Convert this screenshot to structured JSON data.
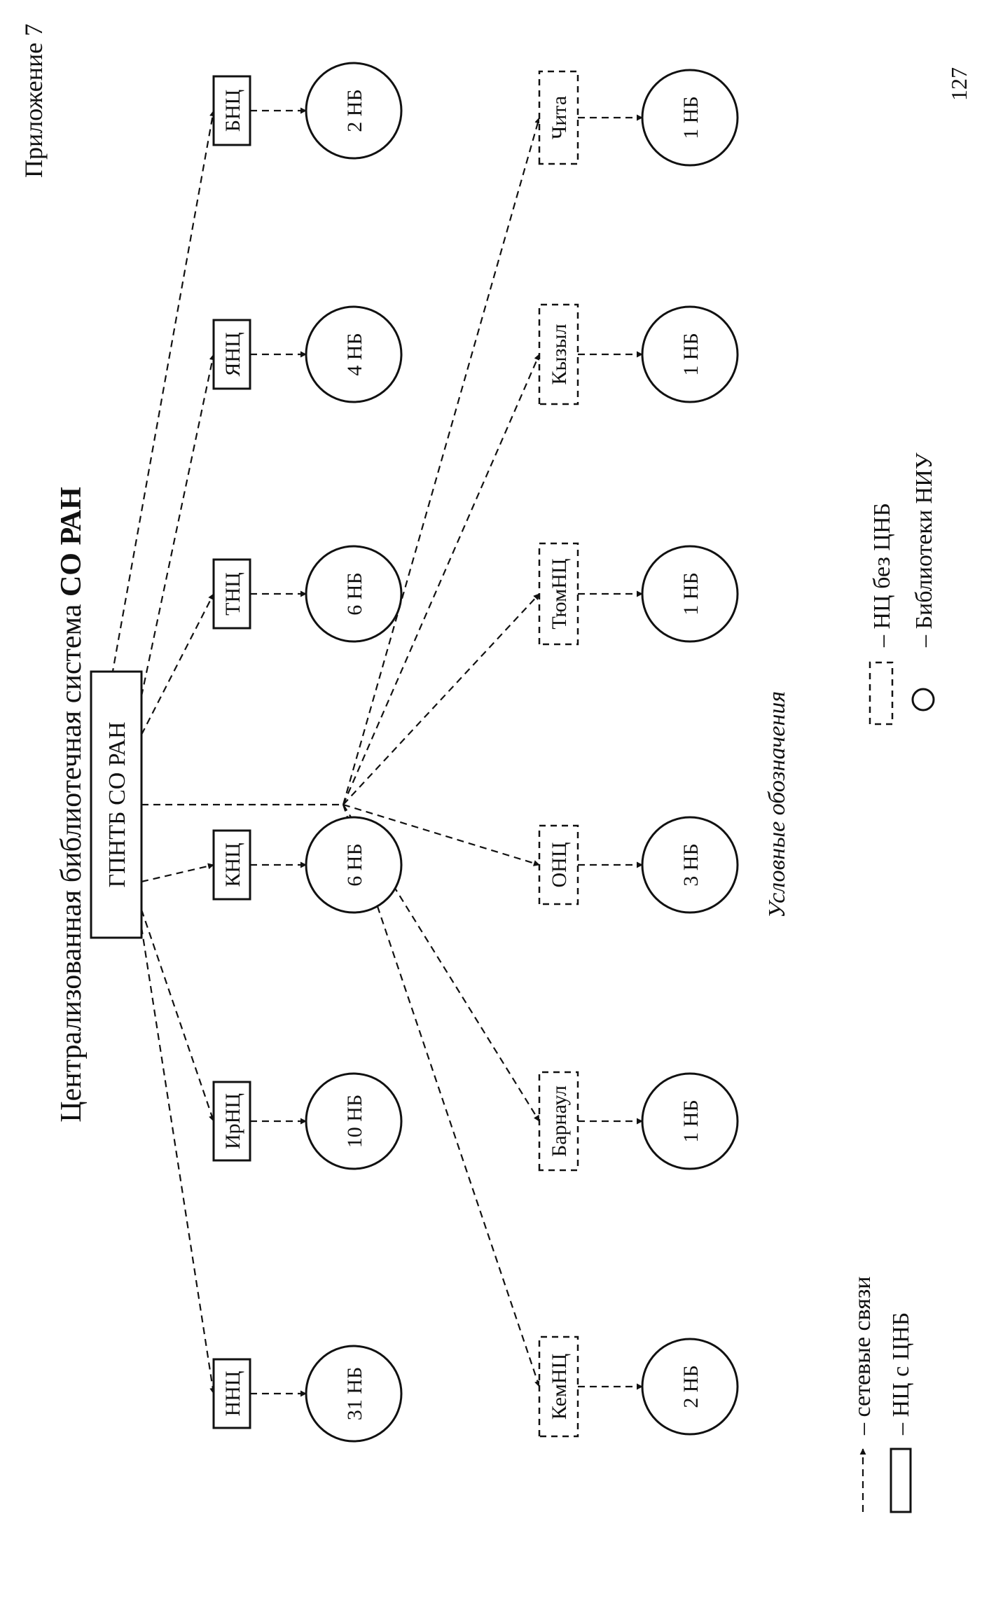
{
  "appendix": "Приложение 7",
  "page_number": "127",
  "title": {
    "normal": "Централизованная библиотечная система ",
    "bold": "СО РАН"
  },
  "root": {
    "id": "root",
    "label": "ГПНТБ СО РАН"
  },
  "top_row": [
    {
      "id": "nnc",
      "label": "ННЦ",
      "libs": "31 НБ"
    },
    {
      "id": "irnc",
      "label": "ИрНЦ",
      "libs": "10 НБ"
    },
    {
      "id": "knc",
      "label": "КНЦ",
      "libs": "6 НБ"
    },
    {
      "id": "tnc",
      "label": "ТНЦ",
      "libs": "6 НБ"
    },
    {
      "id": "ync",
      "label": "ЯНЦ",
      "libs": "4 НБ"
    },
    {
      "id": "bnc",
      "label": "БНЦ",
      "libs": "2 НБ"
    }
  ],
  "bottom_row": [
    {
      "id": "kemnc",
      "label": "КемНЦ",
      "libs": "2 НБ"
    },
    {
      "id": "barnaul",
      "label": "Барнаул",
      "libs": "1 НБ"
    },
    {
      "id": "onc",
      "label": "ОНЦ",
      "libs": "3 НБ"
    },
    {
      "id": "tyumnc",
      "label": "ТюмНЦ",
      "libs": "1 НБ"
    },
    {
      "id": "kyzyl",
      "label": "Кызыл",
      "libs": "1 НБ"
    },
    {
      "id": "chita",
      "label": "Чита",
      "libs": "1 НБ"
    }
  ],
  "legend": {
    "title": "Условные обозначения",
    "links": "– сетевые связи",
    "solid_box": "– НЦ с ЦНБ",
    "dashed_box": "– НЦ без ЦНБ",
    "circle": "– Библиотеки НИУ"
  }
}
